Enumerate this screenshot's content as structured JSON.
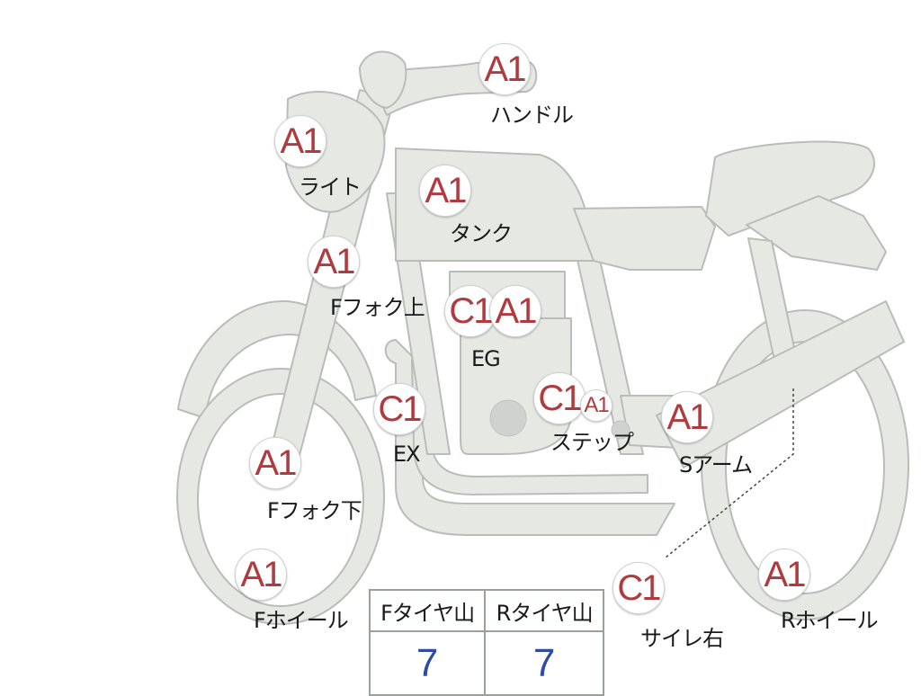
{
  "parts": [
    {
      "id": "handle",
      "grade": "A1",
      "label": "ハンドル"
    },
    {
      "id": "light",
      "grade": "A1",
      "label": "ライト"
    },
    {
      "id": "tank",
      "grade": "A1",
      "label": "タンク"
    },
    {
      "id": "fork_upper",
      "grade": "A1",
      "label": "Fフォク上"
    },
    {
      "id": "engine",
      "grades": [
        "C1",
        "A1"
      ],
      "label": "EG"
    },
    {
      "id": "exhaust",
      "grade": "C1",
      "label": "EX"
    },
    {
      "id": "step",
      "grades": [
        "C1",
        "A1"
      ],
      "label": "ステップ"
    },
    {
      "id": "swingarm",
      "grade": "A1",
      "label": "Sアーム"
    },
    {
      "id": "fork_lower",
      "grade": "A1",
      "label": "Fフォク下"
    },
    {
      "id": "f_wheel",
      "grade": "A1",
      "label": "Fホイール"
    },
    {
      "id": "muffler_r",
      "grade": "C1",
      "label": "サイレ右"
    },
    {
      "id": "r_wheel",
      "grade": "A1",
      "label": "Rホイール"
    }
  ],
  "tire_table": {
    "headers": [
      "Fタイヤ山",
      "Rタイヤ山"
    ],
    "values": [
      "7",
      "7"
    ]
  },
  "colors": {
    "bike_fill": "#e6e8e4",
    "bike_stroke": "#b9bdb8",
    "grade_text": "#b03a3e",
    "value_text": "#2c4da3"
  }
}
